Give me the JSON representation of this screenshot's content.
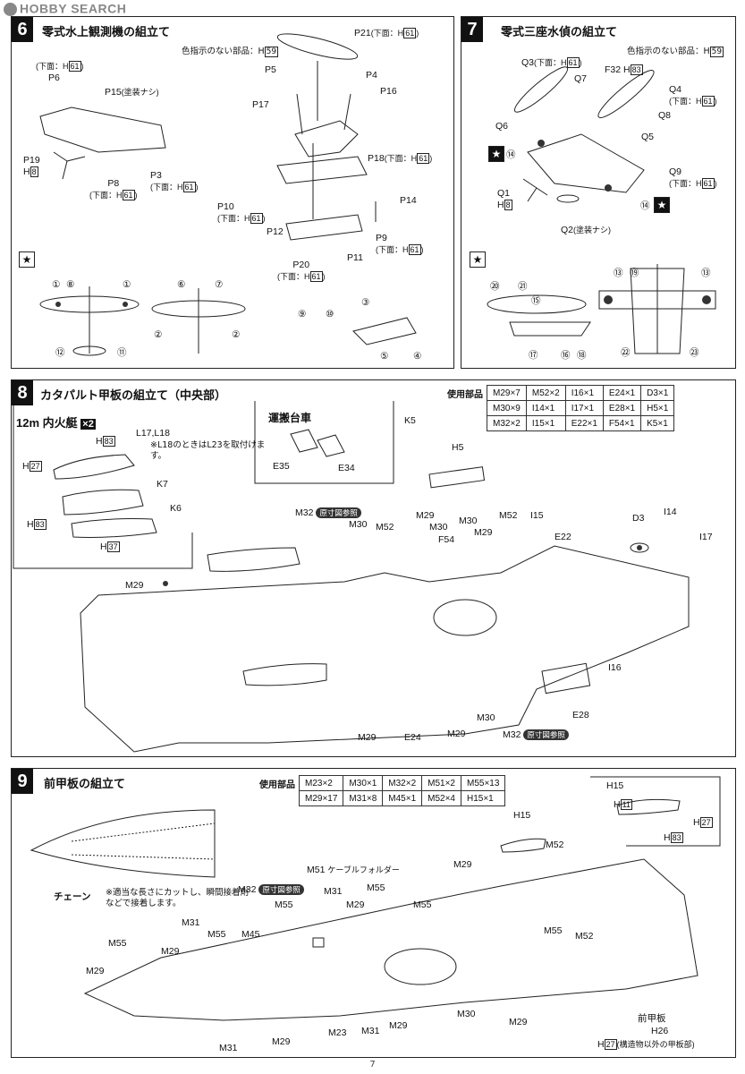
{
  "watermark": {
    "site": "HOBBY SEARCH"
  },
  "step6": {
    "num": "6",
    "title": "零式水上観測機の組立て",
    "note_unspecified": "色指示のない部品：H",
    "note_unspecified_code": "59",
    "labels": {
      "p21": "P21",
      "p21_note": "(下面：H",
      "p21_code": "61",
      "p5": "P5",
      "p4": "P4",
      "p16": "P16",
      "p17": "P17",
      "p6_note": "(下面：H",
      "p6_code": "61",
      "p6": "P6",
      "p15": "P15",
      "p15_note": "(塗装ナシ)",
      "p19": "P19",
      "p19_code": "8",
      "p8": "P8",
      "p8_note": "(下面：H",
      "p8_code": "61",
      "p3": "P3",
      "p3_note": "(下面：H",
      "p3_code": "61",
      "p18": "P18",
      "p18_note": "(下面：H",
      "p18_code": "61",
      "p10": "P10",
      "p10_note": "(下面：H",
      "p10_code": "61",
      "p14": "P14",
      "p12": "P12",
      "p9": "P9",
      "p9_note": "(下面：H",
      "p9_code": "61",
      "p11": "P11",
      "p20": "P20",
      "p20_note": "(下面：H",
      "p20_code": "61"
    },
    "decals": [
      "①",
      "⑧",
      "①",
      "⑥",
      "⑦",
      "②",
      "②",
      "⑫",
      "⑪",
      "⑨",
      "⑩",
      "③",
      "⑤",
      "④"
    ]
  },
  "step7": {
    "num": "7",
    "title": "零式三座水偵の組立て",
    "note_unspecified": "色指示のない部品：H",
    "note_unspecified_code": "59",
    "labels": {
      "q3": "Q3",
      "q3_note": "(下面：H",
      "q3_code": "61",
      "f32": "F32",
      "f32_code": "83",
      "q7": "Q7",
      "q4": "Q4",
      "q4_note": "(下面：H",
      "q4_code": "61",
      "q6": "Q6",
      "q8": "Q8",
      "q5": "Q5",
      "q9": "Q9",
      "q9_note": "(下面：H",
      "q9_code": "61",
      "q1": "Q1",
      "q1_code": "8",
      "q2": "Q2",
      "q2_note": "(塗装ナシ)"
    },
    "decals": [
      "⑭",
      "⑭",
      "⑳",
      "㉑",
      "⑮",
      "⑰",
      "⑯",
      "⑱",
      "⑬",
      "⑲",
      "⑬",
      "㉒",
      "㉓"
    ]
  },
  "step8": {
    "num": "8",
    "title": "カタパルト甲板の組立て（中央部）",
    "parts_used_label": "使用部品",
    "parts_used": [
      [
        "M29×7",
        "M52×2",
        "I16×1",
        "E24×1",
        "D3×1"
      ],
      [
        "M30×9",
        "I14×1",
        "I17×1",
        "E28×1",
        "H5×1"
      ],
      [
        "M32×2",
        "I15×1",
        "E22×1",
        "F54×1",
        "K5×1"
      ]
    ],
    "boat_title": "12m 内火艇",
    "boat_mult": "×2",
    "boat_note": "※L18のときはL23を取付けます。",
    "cart_title": "運搬台車",
    "ref_badge": "原寸図参照",
    "labels": {
      "l17": "L17,L18",
      "h83a": "H",
      "h83a_code": "83",
      "h27": "H",
      "h27_code": "27",
      "k7": "K7",
      "h83b": "H",
      "h83b_code": "83",
      "k6": "K6",
      "h37": "H",
      "h37_code": "37",
      "e35": "E35",
      "e34": "E34",
      "k5": "K5",
      "h5": "H5",
      "m32a": "M32",
      "m30a": "M30",
      "m52a": "M52",
      "m29a": "M29",
      "m30b": "M30",
      "f54": "F54",
      "m29b": "M29",
      "m52b": "M52",
      "i15": "I15",
      "e22": "E22",
      "m30c": "M30",
      "d3": "D3",
      "i14": "I14",
      "i17": "I17",
      "m29c": "M29",
      "i16": "I16",
      "e28": "E28",
      "m30d": "M30",
      "m29d": "M29",
      "e24": "E24",
      "m29e": "M29",
      "m32b": "M32"
    }
  },
  "step9": {
    "num": "9",
    "title": "前甲板の組立て",
    "parts_used_label": "使用部品",
    "parts_used": [
      [
        "M23×2",
        "M30×1",
        "M32×2",
        "M51×2",
        "M55×13"
      ],
      [
        "M29×17",
        "M31×8",
        "M45×1",
        "M52×4",
        "H15×1"
      ]
    ],
    "chain_label": "チェーン",
    "chain_note": "※適当な長さにカットし、瞬間接着剤などで接着します。",
    "ref_badge": "原寸図参照",
    "labels": {
      "h15": "H15",
      "h15_box": "H15",
      "h11": "H",
      "h11_code": "11",
      "h27": "H",
      "h27_code": "27",
      "h83": "H",
      "h83_code": "83",
      "m52a": "M52",
      "m29a": "M29",
      "m51": "M51",
      "m51_note": "ケーブルフォルダー",
      "m32": "M32",
      "m31a": "M31",
      "m55a": "M55",
      "m29b": "M29",
      "m55b": "M55",
      "m55c": "M55",
      "m31b": "M31",
      "m55d": "M55",
      "m29c": "M29",
      "m55e": "M55",
      "m45": "M45",
      "m29d": "M29",
      "m55f": "M55",
      "m52b": "M52",
      "m31c": "M31",
      "m29e": "M29",
      "m23": "M23",
      "m31d": "M31",
      "m29f": "M29",
      "m30": "M30",
      "m29g": "M29",
      "bow": "前甲板",
      "h26": "H26",
      "h26_note_pre": "H",
      "h26_code": "27",
      "h26_note": "(構造物以外の甲板部)"
    }
  },
  "page_number": "7"
}
